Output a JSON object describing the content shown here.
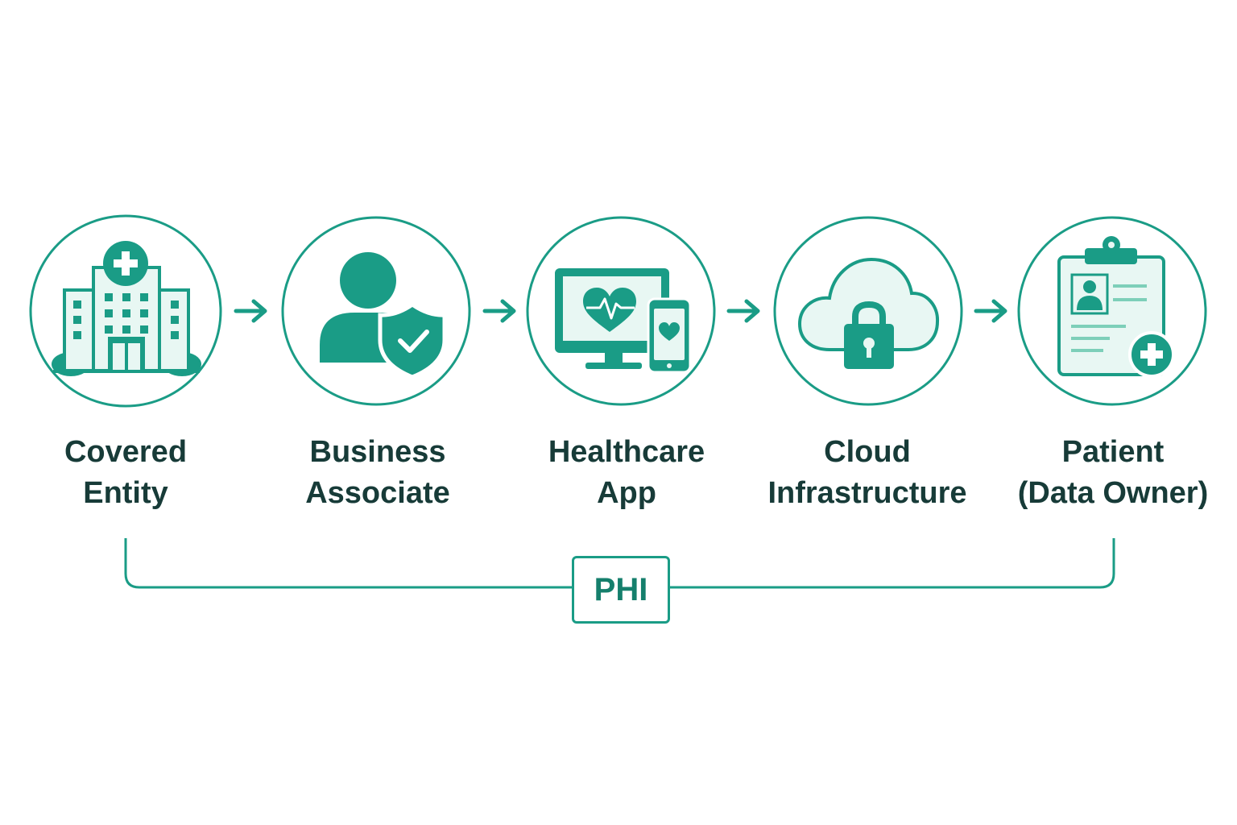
{
  "colors": {
    "primary": "#1a9c86",
    "dark_green": "#157f6c",
    "light_fill": "#e8f7f3",
    "text": "#173b38"
  },
  "nodes": [
    {
      "id": "covered-entity",
      "icon": "hospital-building-icon",
      "label_lines": [
        "Covered",
        "Entity"
      ]
    },
    {
      "id": "business-associate",
      "icon": "person-shield-icon",
      "label_lines": [
        "Business",
        "Associate"
      ]
    },
    {
      "id": "healthcare-app",
      "icon": "monitor-phone-heart-icon",
      "label_lines": [
        "Healthcare",
        "App"
      ]
    },
    {
      "id": "cloud-infrastructure",
      "icon": "cloud-lock-icon",
      "label_lines": [
        "Cloud",
        "Infrastructure"
      ]
    },
    {
      "id": "patient-data-owner",
      "icon": "clipboard-medical-record-icon",
      "label_lines": [
        "Patient",
        "(Data Owner)"
      ]
    }
  ],
  "bracket": {
    "label": "PHI"
  }
}
